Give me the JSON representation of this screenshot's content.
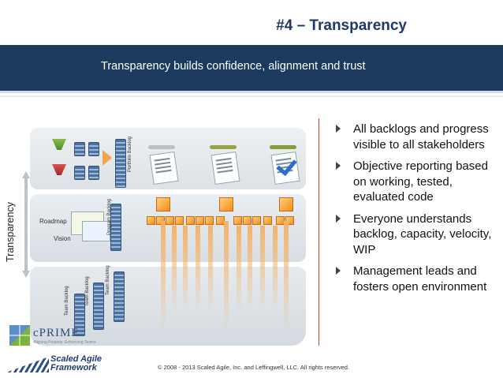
{
  "slide": {
    "title": "#4 – Transparency",
    "subtitle": "Transparency builds confidence, alignment and trust",
    "side_label": "Transparency"
  },
  "diagram": {
    "roadmap_label": "Roadmap",
    "vision_label": "Vision",
    "portfolio_backlog_label": "Portfolio Backlog",
    "program_backlog_label": "Program Backlog",
    "team_backlog_labels": [
      "Team Backlog",
      "Team Backlog",
      "Team Backlog"
    ]
  },
  "bullets": [
    "All backlogs and progress visible to all stakeholders",
    "Objective reporting based on working, tested, evaluated code",
    "Everyone understands backlog, capacity, velocity, WIP",
    "Management leads and fosters open environment"
  ],
  "footer": {
    "cprime_name": "cPRIME",
    "cprime_tagline": "Aligning Projects. Enhancing Teams.",
    "safe_line1": "Scaled Agile",
    "safe_line2": "Framework",
    "copyright": "© 2008 - 2013 Scaled Agile, Inc. and Leffingwell, LLC. All rights reserved."
  },
  "colors": {
    "title": "#1f3864",
    "banner": "#1c3a5e",
    "accent_orange": "#f28c1b",
    "divider": "#b8451f"
  }
}
